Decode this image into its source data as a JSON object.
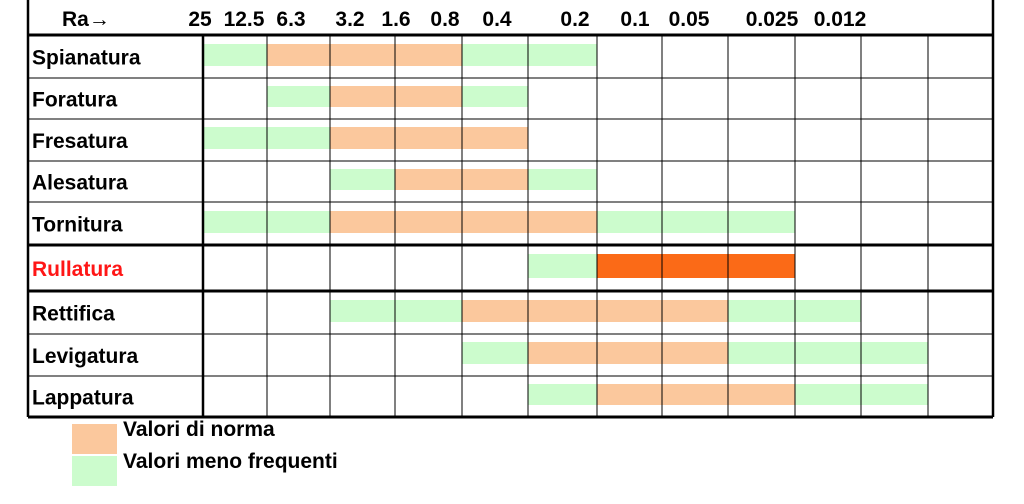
{
  "colors": {
    "norm": "#fbc89d",
    "freq": "#ccfccd",
    "highlight": "#fb6a17",
    "highlight_text": "#ff1616"
  },
  "chart_data": {
    "type": "table",
    "corner_label": "Ra→",
    "columns": [
      "25",
      "12.5",
      "6.3",
      "3.2",
      "1.6",
      "0.8",
      "0.4",
      "0.2",
      "0.1",
      "0.05",
      "0.025",
      "0.012"
    ],
    "rows": [
      {
        "name": "Spianatura",
        "cells": [
          "freq",
          "norm",
          "norm",
          "norm",
          "freq",
          "freq",
          "",
          "",
          "",
          "",
          "",
          ""
        ]
      },
      {
        "name": "Foratura",
        "cells": [
          "",
          "freq",
          "norm",
          "norm",
          "freq",
          "",
          "",
          "",
          "",
          "",
          "",
          ""
        ]
      },
      {
        "name": "Fresatura",
        "cells": [
          "freq",
          "freq",
          "norm",
          "norm",
          "norm",
          "",
          "",
          "",
          "",
          "",
          "",
          ""
        ]
      },
      {
        "name": "Alesatura",
        "cells": [
          "",
          "",
          "freq",
          "norm",
          "norm",
          "freq",
          "",
          "",
          "",
          "",
          "",
          ""
        ]
      },
      {
        "name": "Tornitura",
        "cells": [
          "freq",
          "freq",
          "norm",
          "norm",
          "norm",
          "norm",
          "freq",
          "freq",
          "freq",
          "",
          "",
          ""
        ]
      },
      {
        "name": "Rullatura",
        "highlight": true,
        "cells": [
          "",
          "",
          "",
          "",
          "",
          "freq",
          "hi",
          "hi",
          "hi",
          "",
          "",
          ""
        ]
      },
      {
        "name": "Rettifica",
        "cells": [
          "",
          "",
          "freq",
          "freq",
          "norm",
          "norm",
          "norm",
          "norm",
          "freq",
          "freq",
          "",
          ""
        ]
      },
      {
        "name": "Levigatura",
        "cells": [
          "",
          "",
          "",
          "",
          "freq",
          "norm",
          "norm",
          "norm",
          "freq",
          "freq",
          "freq",
          ""
        ]
      },
      {
        "name": "Lappatura",
        "cells": [
          "",
          "",
          "",
          "",
          "",
          "freq",
          "norm",
          "norm",
          "norm",
          "freq",
          "freq",
          ""
        ]
      }
    ],
    "legend": [
      {
        "key": "norm",
        "label": "Valori di norma"
      },
      {
        "key": "freq",
        "label": "Valori meno frequenti"
      }
    ]
  }
}
